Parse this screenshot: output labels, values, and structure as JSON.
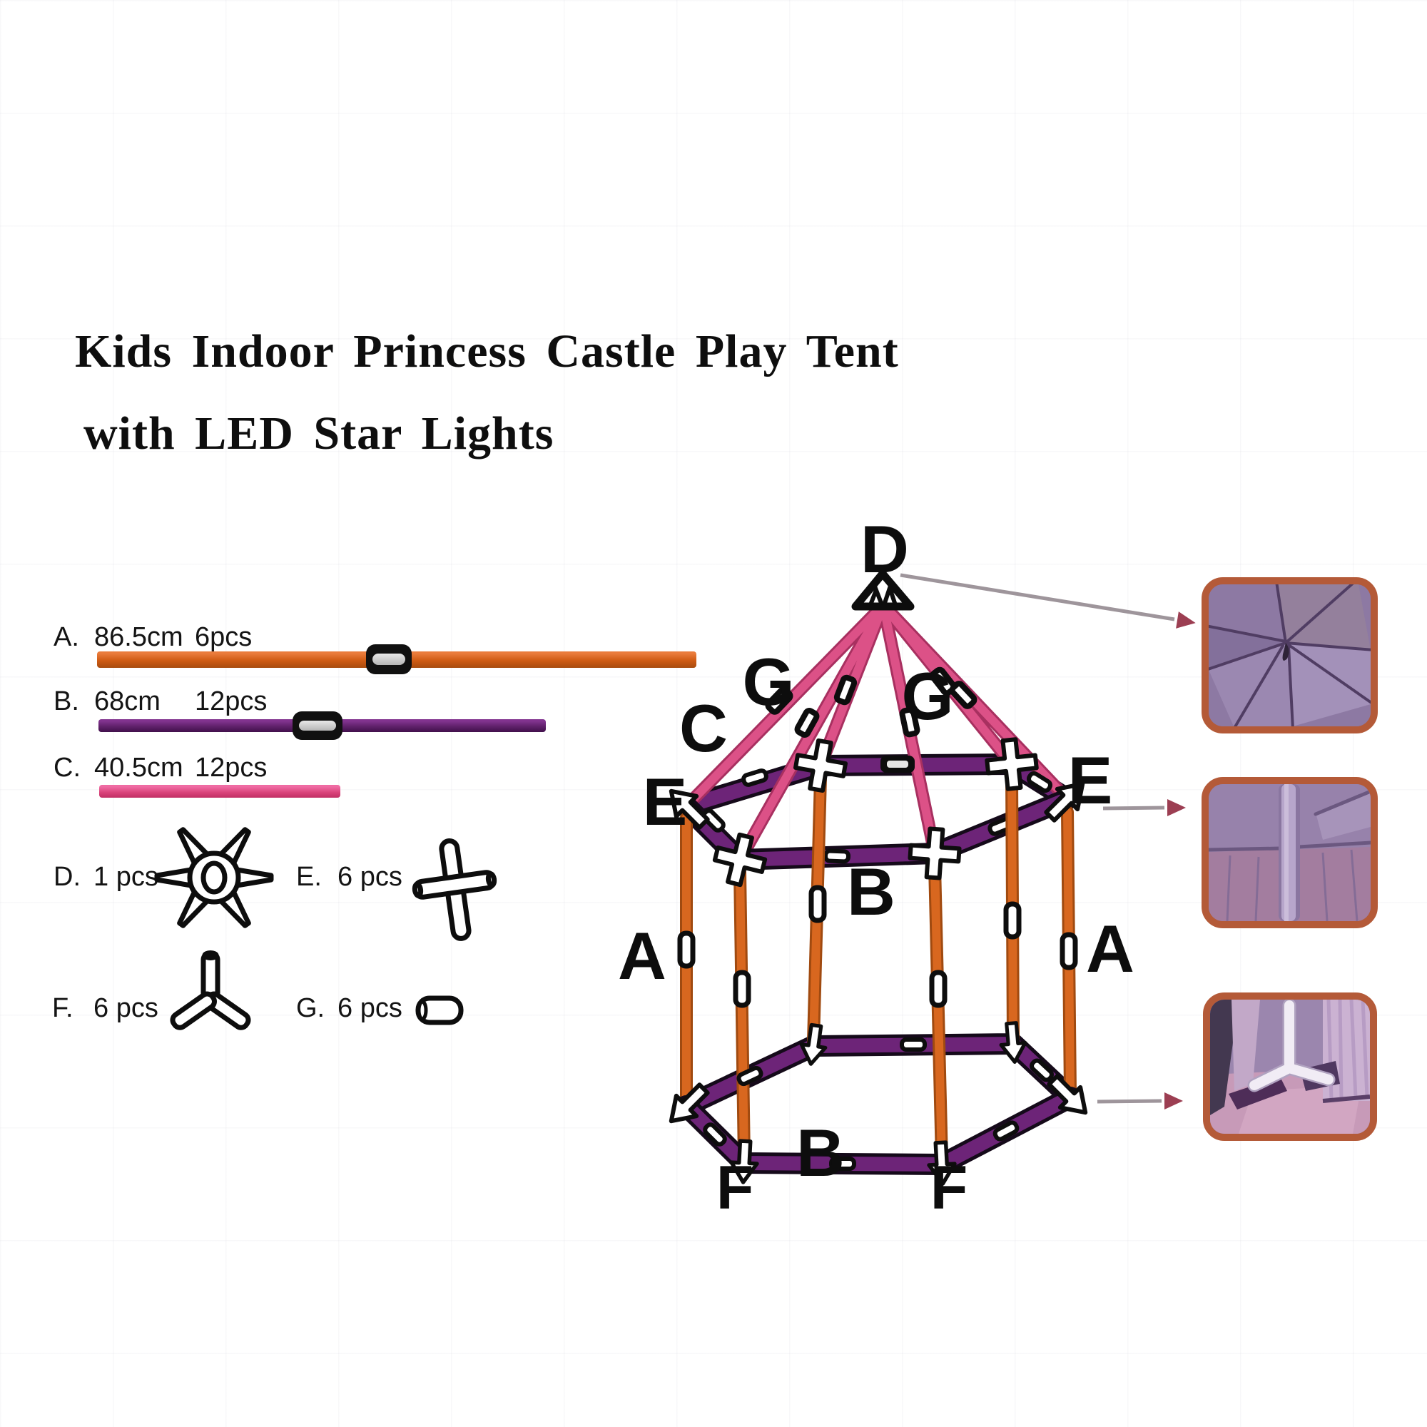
{
  "title": {
    "line1": "Kids Indoor Princess Castle Play Tent",
    "line2": "with LED Star Lights"
  },
  "parts_list": {
    "poles": [
      {
        "id": "A.",
        "length": "86.5cm",
        "qty": "6pcs",
        "color": "#cf5b14",
        "icon": "orange-pole-with-coupler"
      },
      {
        "id": "B.",
        "length": "68cm",
        "qty": "12pcs",
        "color": "#5d1f68",
        "icon": "purple-pole-with-coupler"
      },
      {
        "id": "C.",
        "length": "40.5cm",
        "qty": "12pcs",
        "color": "#d9437a",
        "icon": "pink-pole"
      }
    ],
    "connectors": [
      {
        "id": "D.",
        "qty": "1 pcs",
        "icon": "six-way-star-connector"
      },
      {
        "id": "E.",
        "qty": "6 pcs",
        "icon": "four-way-cross-connector"
      },
      {
        "id": "F.",
        "qty": "6 pcs",
        "icon": "three-way-y-connector"
      },
      {
        "id": "G.",
        "qty": "6 pcs",
        "icon": "straight-tube-coupler"
      }
    ]
  },
  "diagram": {
    "labels": {
      "apex": "D",
      "roof_coupler_left": "G",
      "roof_coupler_right": "G",
      "roof_pole": "C",
      "ring_joint_left": "E",
      "ring_joint_right": "E",
      "upper_ring_pole": "B",
      "wall_pole_left": "A",
      "wall_pole_right": "A",
      "lower_ring_pole": "B",
      "base_joint_left": "F",
      "base_joint_right": "F"
    }
  },
  "photos": [
    {
      "icon": "roof-apex-interior-photo"
    },
    {
      "icon": "wall-pole-junction-photo"
    },
    {
      "icon": "floor-corner-connector-photo"
    }
  ],
  "colors": {
    "pole_orange": "#d8671f",
    "pole_purple": "#6d2478",
    "pole_pink": "#dc5187",
    "photo_border": "#b45a38",
    "arrow_line": "#9e959b",
    "arrow_head": "#9c3e52"
  }
}
